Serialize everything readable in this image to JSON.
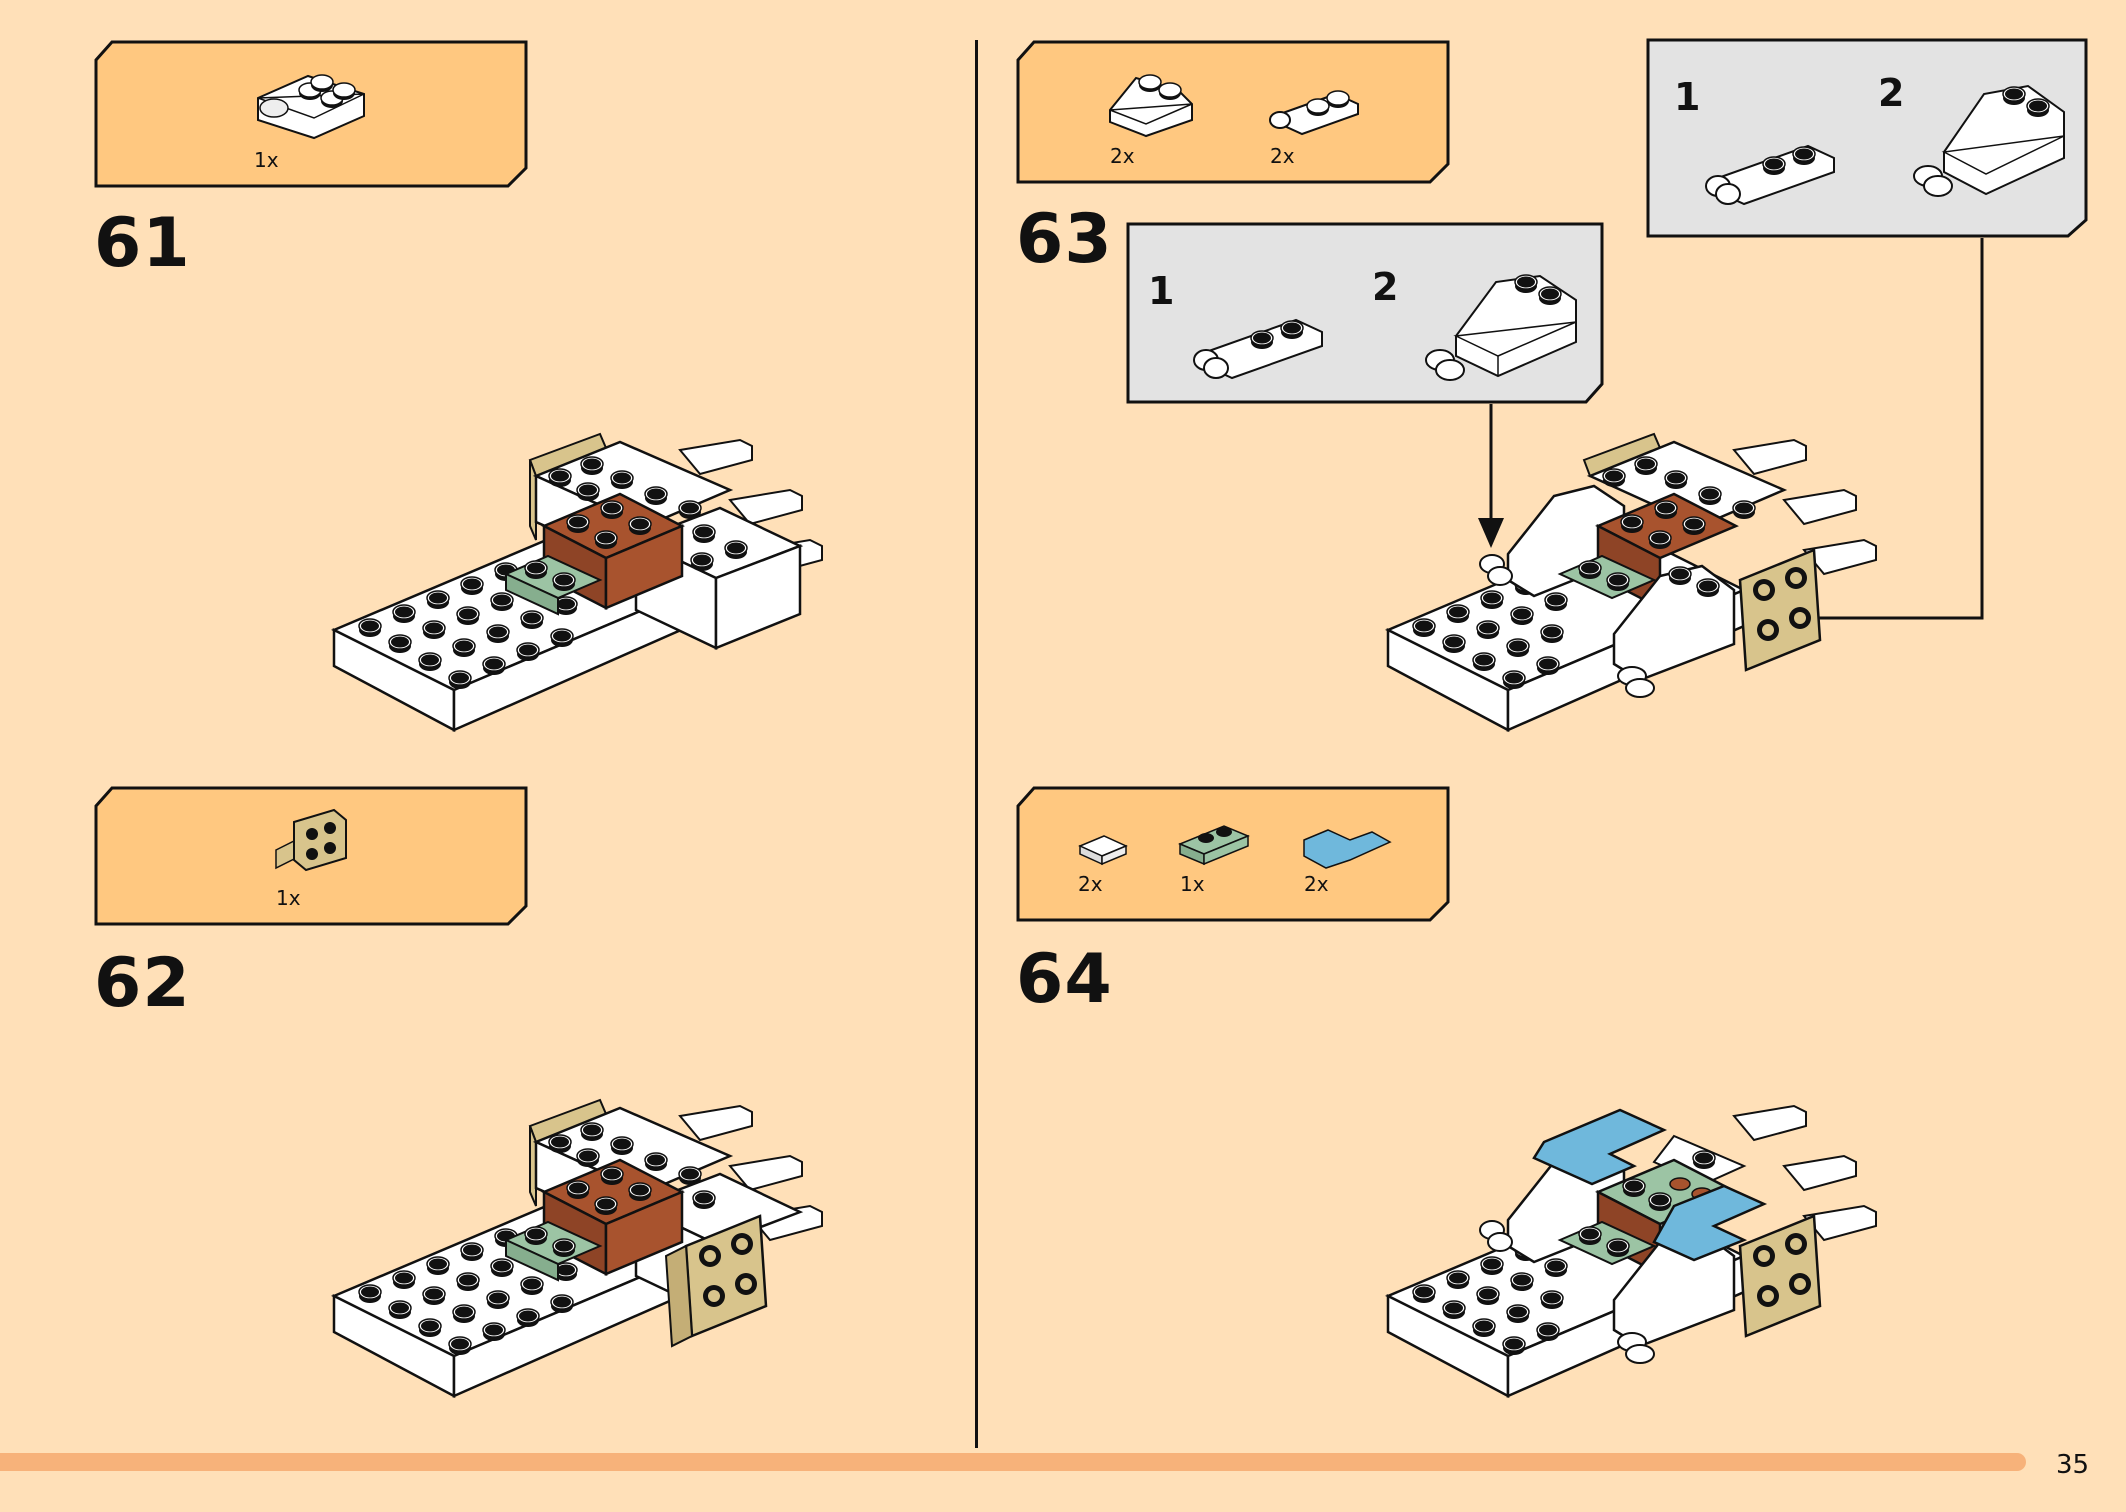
{
  "colors": {
    "background": "#FFE0B8",
    "parts_box": "#FFC880",
    "sub_box": "#E3E3E3",
    "white_brick": "#FFFFFF",
    "tan_brick": "#D8C48C",
    "reddish_brown": "#A8532E",
    "sand_green": "#9CC4A4",
    "medium_azure": "#6FB8DC",
    "footer_bar": "#F7B27A"
  },
  "steps": [
    {
      "number": "61",
      "parts": [
        {
          "qty": "1x",
          "icon": "white-bracket-plate-icon"
        }
      ]
    },
    {
      "number": "62",
      "parts": [
        {
          "qty": "1x",
          "icon": "tan-bracket-2x2-icon"
        }
      ]
    },
    {
      "number": "63",
      "parts": [
        {
          "qty": "2x",
          "icon": "white-slope-icon"
        },
        {
          "qty": "2x",
          "icon": "white-clip-plate-icon"
        }
      ],
      "subassembly_a": {
        "step1": "1",
        "step2": "2"
      },
      "subassembly_b": {
        "step1": "1",
        "step2": "2"
      }
    },
    {
      "number": "64",
      "parts": [
        {
          "qty": "2x",
          "icon": "white-tile-icon"
        },
        {
          "qty": "1x",
          "icon": "sand-green-plate-icon"
        },
        {
          "qty": "2x",
          "icon": "azure-corner-tile-icon"
        }
      ]
    }
  ],
  "page_number": "35"
}
